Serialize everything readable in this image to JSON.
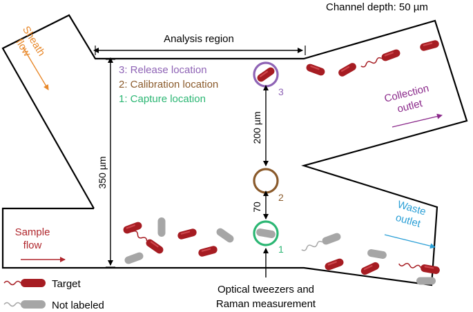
{
  "header": {
    "channel_depth": "Channel depth: 50 µm"
  },
  "labels": {
    "analysis_region": "Analysis region",
    "sheath_flow": [
      "Sheath",
      "flow"
    ],
    "sample_flow": [
      "Sample",
      "flow"
    ],
    "collection_outlet": [
      "Collection",
      "outlet"
    ],
    "waste_outlet": [
      "Waste",
      "outlet"
    ],
    "release_location": "3: Release location",
    "calibration_location": "2: Calibration location",
    "capture_location": "1: Capture location",
    "marker_3": "3",
    "marker_2": "2",
    "marker_1": "1",
    "dim_200": "200 µm",
    "dim_70": "70",
    "dim_350": "350 µm",
    "tweezers": [
      "Optical tweezers and",
      "Raman measurement"
    ]
  },
  "legend": {
    "target": "Target",
    "not_labeled": "Not labeled"
  },
  "colors": {
    "sheath": "#e8882a",
    "sample": "#b0272d",
    "collection": "#8b2a8b",
    "waste": "#2a9fd6",
    "release": "#8e63b5",
    "calibration": "#8a5a2b",
    "capture": "#2bb673",
    "target_cell": "#a61c22",
    "gray_cell": "#a6a6a6"
  }
}
